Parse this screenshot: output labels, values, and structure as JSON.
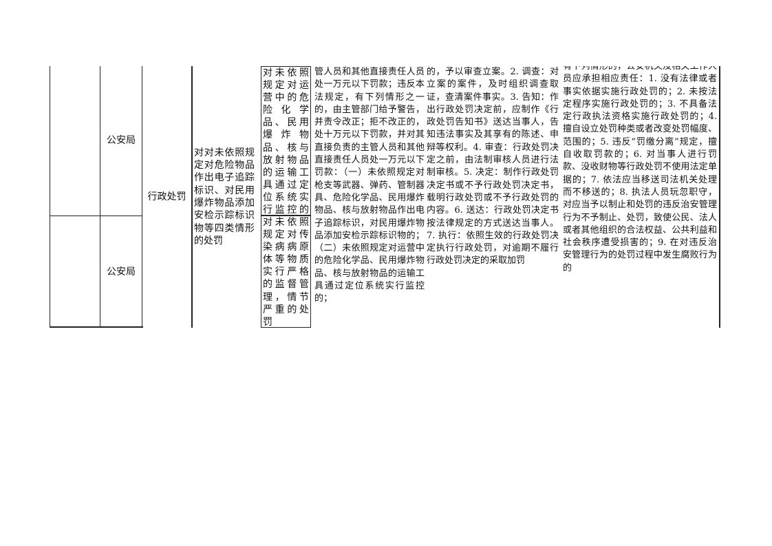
{
  "table": {
    "dept_top": "公安局",
    "dept_bottom": "公安局",
    "category": "行政处罚",
    "item_title": "对对未依照规定对危险物品作出电子追踪标识、对民用爆炸物品添加安检示踪标识物等四类情形的处罚",
    "sub_item_1": "对未依照规定对运营中的危险化学品、民用爆炸物品、核与放射物品的运输工具通过定位系统实行监控的处罚",
    "sub_item_2": "对未依照规定对传染病病原体等物质实行严格的监督管理，情节严重的处罚",
    "basis_text": "管人员和其他直接责任人员处一万元以下罚款；违反本法规定，有下列情形之一的，由主管部门给予警告，并责令改正；拒不改正的，处十万元以下罚款，并对其直接负责的主管人员和其他直接责任人员处一万元以下罚款：（一）未依照规定对枪支等武器、弹药、管制器具、危险化学品、民用爆炸物品、核与放射物品作出电子追踪标识，对民用爆炸物品添加安检示踪标识物的；（二）未依照规定对运营中的危险化学品、民用爆炸物品、核与放射物品的运输工具通过定位系统实行监控的；",
    "process_text": "的，予以审查立案。2. 调查：对立案的案件，及时组织调查取证，查清案件事实。3. 告知：作出行政处罚决定前，应制作《行政处罚告知书》送达当事人，告知违法事实及其享有的陈述、申辩等权利。4. 审查：行政处罚决定之前，由法制审核人员进行法制审核。5. 决定：制作行政处罚决定书或不予行政处罚决定书，载明行政处罚或不予行政处罚的内容。6. 送达：行政处罚决定书按法律规定的方式送达当事人。7. 执行：依照生效的行政处罚决定执行行政处罚，对逾期不履行行政处罚决定的采取加罚",
    "liability_text": "有下列情形的，公安机关及相关工作人员应承担相应责任：1. 没有法律或者事实依据实施行政处罚的；2. 未按法定程序实施行政处罚的；3. 不具备法定行政执法资格实施行政处罚的；4. 擅自设立处罚种类或者改变处罚幅度、范围的；5. 违反“罚缴分离”规定，擅自收取罚款的；6. 对当事人进行罚款、没收财物等行政处罚不使用法定单据的；7. 依法应当移送司法机关处理而不移送的；8. 执法人员玩忽职守，对应当予以制止和处罚的违反治安管理行为不予制止、处罚，致使公民、法人或者其他组织的合法权益、公共利益和社会秩序遭受损害的；9. 在对违反治安管理行为的处罚过程中发生腐败行为的"
  }
}
